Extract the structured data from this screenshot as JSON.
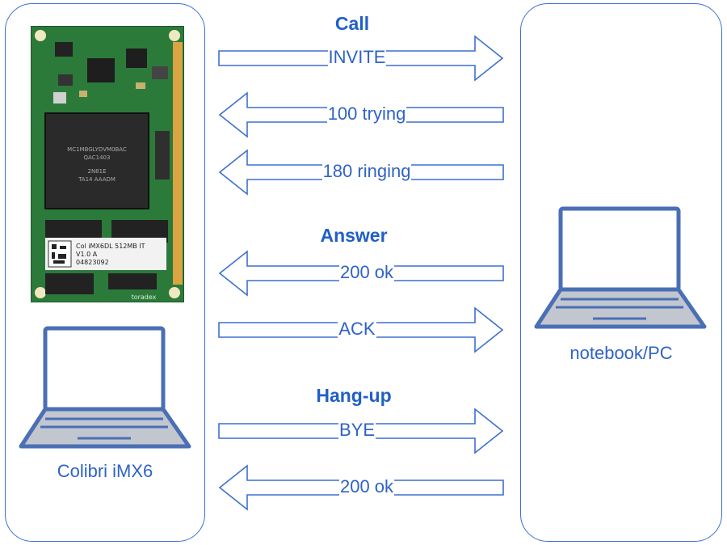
{
  "devices": {
    "left": {
      "label": "Colibri iMX6",
      "module_text": [
        "Col iMX6DL 512MB IT",
        "V1.0 A",
        "04823092"
      ],
      "chip_text": [
        "MC1MBGLYDVM0BAC",
        "QAC1403",
        "2N81E",
        "TA14 AAADM"
      ],
      "brand": "toradex"
    },
    "right": {
      "label": "notebook/PC"
    }
  },
  "sections": [
    {
      "title": "Call"
    },
    {
      "title": "Answer"
    },
    {
      "title": "Hang-up"
    }
  ],
  "messages": [
    {
      "label": "INVITE",
      "direction": "right"
    },
    {
      "label": "100 trying",
      "direction": "left"
    },
    {
      "label": "180 ringing",
      "direction": "left"
    },
    {
      "label": "200 ok",
      "direction": "left"
    },
    {
      "label": "ACK",
      "direction": "right"
    },
    {
      "label": "BYE",
      "direction": "right"
    },
    {
      "label": "200 ok",
      "direction": "left"
    }
  ],
  "colors": {
    "line": "#3d6fd1",
    "text": "#2f63c6",
    "pcb": "#2e7d3c",
    "laptop_frame": "#4a6fb5",
    "laptop_base": "#c2c6cf"
  }
}
